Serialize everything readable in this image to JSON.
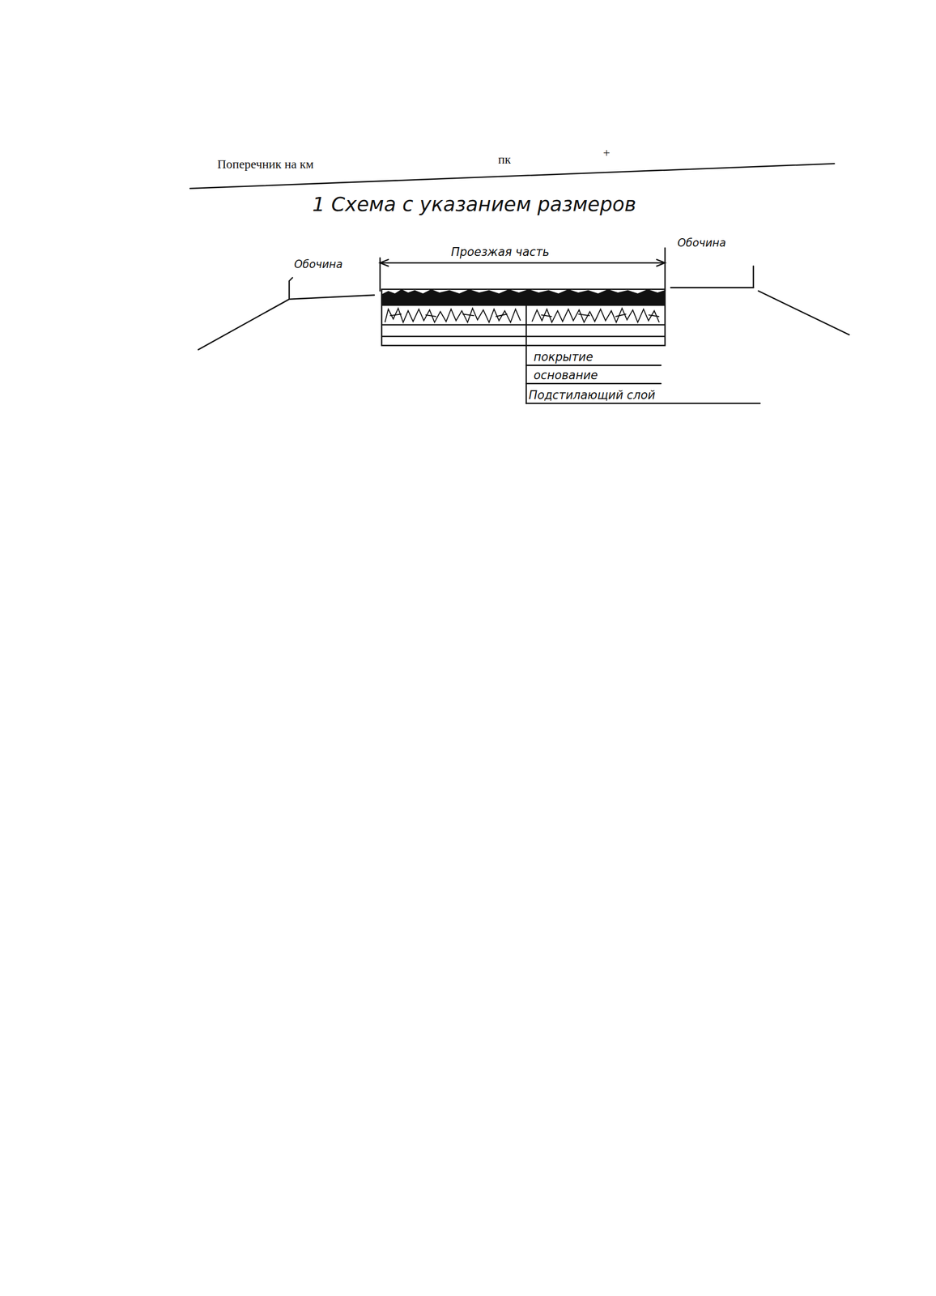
{
  "diagram": {
    "title": "1 Схема с указанием размеров",
    "labels": [
      "Поперечник на км",
      "пк",
      "+",
      "Обочина",
      "Проезжая часть",
      "Обочина",
      "покрытие",
      "основание",
      "Подстилающий слой"
    ]
  }
}
